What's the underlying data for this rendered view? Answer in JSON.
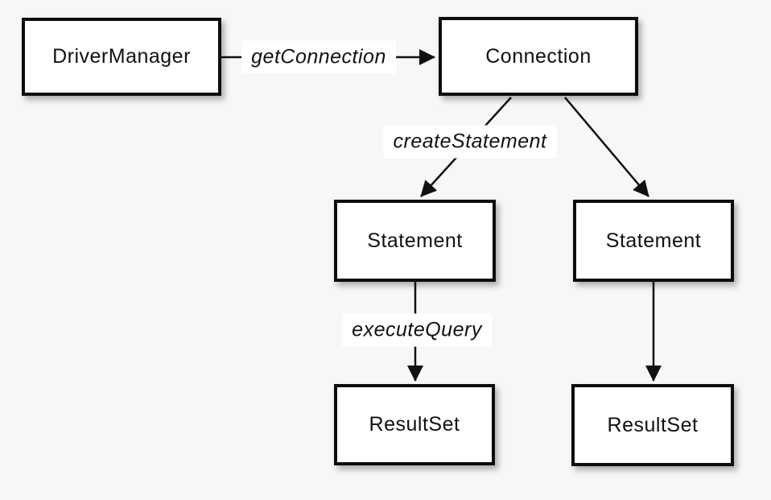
{
  "diagram": {
    "type": "flow-diagram",
    "background_color": "#f7f7f7",
    "node_fill_color": "#ffffff",
    "node_border_color": "#0c0c0c",
    "line_color": "#111111",
    "label_background_color": "#ffffff"
  },
  "nodes": [
    {
      "id": "driver-manager",
      "label": "DriverManager"
    },
    {
      "id": "connection",
      "label": "Connection"
    },
    {
      "id": "statement-left",
      "label": "Statement"
    },
    {
      "id": "statement-right",
      "label": "Statement"
    },
    {
      "id": "resultset-left",
      "label": "ResultSet"
    },
    {
      "id": "resultset-right",
      "label": "ResultSet"
    }
  ],
  "edges": [
    {
      "from": "driver-manager",
      "to": "connection",
      "label": "getConnection"
    },
    {
      "from": "connection",
      "to": "statement-left",
      "label": "createStatement"
    },
    {
      "from": "connection",
      "to": "statement-right",
      "label": ""
    },
    {
      "from": "statement-left",
      "to": "resultset-left",
      "label": "executeQuery"
    },
    {
      "from": "statement-right",
      "to": "resultset-right",
      "label": ""
    }
  ]
}
